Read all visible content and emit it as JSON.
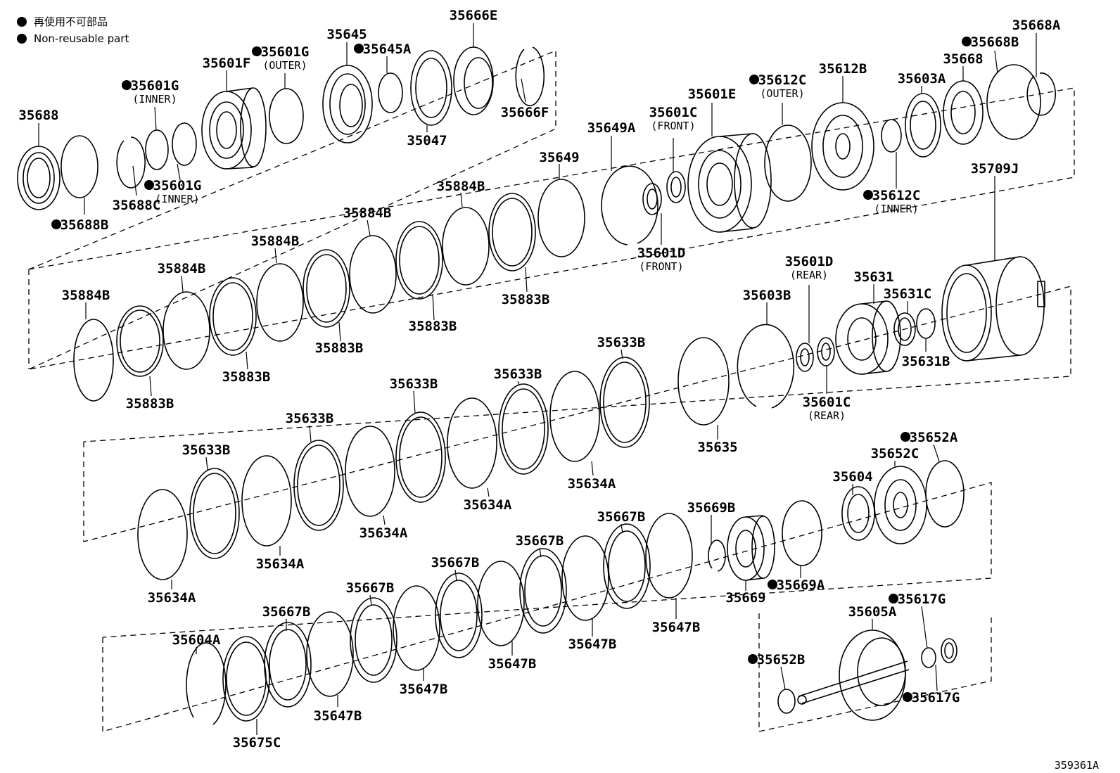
{
  "legend": [
    {
      "text": "再使用不可部品",
      "icon": "filled-circle"
    },
    {
      "text": "Non-reusable part",
      "icon": "filled-circle"
    }
  ],
  "drawing_id": "359361A",
  "callouts": [
    {
      "id": "c1",
      "text": "35688"
    },
    {
      "id": "c2",
      "text": "35688B",
      "nonreusable": true
    },
    {
      "id": "c3",
      "text": "35688C"
    },
    {
      "id": "c4",
      "text": "35601G",
      "nonreusable": true,
      "sub": "(INNER)"
    },
    {
      "id": "c5",
      "text": "35601G",
      "nonreusable": true,
      "sub": "(INNER)"
    },
    {
      "id": "c6",
      "text": "35601F"
    },
    {
      "id": "c7",
      "text": "35601G",
      "nonreusable": true,
      "sub": "(OUTER)"
    },
    {
      "id": "c8",
      "text": "35645"
    },
    {
      "id": "c9",
      "text": "35645A",
      "nonreusable": true
    },
    {
      "id": "c10",
      "text": "35047"
    },
    {
      "id": "c11",
      "text": "35666E"
    },
    {
      "id": "c12",
      "text": "35666F"
    },
    {
      "id": "c13",
      "text": "35649A"
    },
    {
      "id": "c14",
      "text": "35649"
    },
    {
      "id": "c15",
      "text": "35601C",
      "sub": "(FRONT)"
    },
    {
      "id": "c16",
      "text": "35601D",
      "sub": "(FRONT)"
    },
    {
      "id": "c17",
      "text": "35601E"
    },
    {
      "id": "c18",
      "text": "35612C",
      "nonreusable": true,
      "sub": "(OUTER)"
    },
    {
      "id": "c19",
      "text": "35612B"
    },
    {
      "id": "c20",
      "text": "35603A"
    },
    {
      "id": "c21",
      "text": "35612C",
      "nonreusable": true,
      "sub": "(INNER)"
    },
    {
      "id": "c22",
      "text": "35668"
    },
    {
      "id": "c23",
      "text": "35668B",
      "nonreusable": true
    },
    {
      "id": "c24",
      "text": "35668A"
    },
    {
      "id": "c25",
      "text": "35884B"
    },
    {
      "id": "c26",
      "text": "35884B"
    },
    {
      "id": "c27",
      "text": "35884B"
    },
    {
      "id": "c28",
      "text": "35884B"
    },
    {
      "id": "c29",
      "text": "35884B"
    },
    {
      "id": "c30",
      "text": "35883B"
    },
    {
      "id": "c31",
      "text": "35883B"
    },
    {
      "id": "c32",
      "text": "35883B"
    },
    {
      "id": "c33",
      "text": "35883B"
    },
    {
      "id": "c34",
      "text": "35883B"
    },
    {
      "id": "c35",
      "text": "35709J"
    },
    {
      "id": "c36",
      "text": "35601D",
      "sub": "(REAR)"
    },
    {
      "id": "c37",
      "text": "35631"
    },
    {
      "id": "c38",
      "text": "35631C"
    },
    {
      "id": "c39",
      "text": "35631B"
    },
    {
      "id": "c40",
      "text": "35603B"
    },
    {
      "id": "c41",
      "text": "35601C",
      "sub": "(REAR)"
    },
    {
      "id": "c42",
      "text": "35635"
    },
    {
      "id": "c43",
      "text": "35633B"
    },
    {
      "id": "c44",
      "text": "35633B"
    },
    {
      "id": "c45",
      "text": "35633B"
    },
    {
      "id": "c46",
      "text": "35633B"
    },
    {
      "id": "c47",
      "text": "35633B"
    },
    {
      "id": "c48",
      "text": "35634A"
    },
    {
      "id": "c49",
      "text": "35634A"
    },
    {
      "id": "c50",
      "text": "35634A"
    },
    {
      "id": "c51",
      "text": "35634A"
    },
    {
      "id": "c52",
      "text": "35634A"
    },
    {
      "id": "c53",
      "text": "35652A",
      "nonreusable": true
    },
    {
      "id": "c54",
      "text": "35652C"
    },
    {
      "id": "c55",
      "text": "35604"
    },
    {
      "id": "c56",
      "text": "35669B"
    },
    {
      "id": "c57",
      "text": "35669"
    },
    {
      "id": "c58",
      "text": "35669A",
      "nonreusable": true
    },
    {
      "id": "c59",
      "text": "35667B"
    },
    {
      "id": "c60",
      "text": "35667B"
    },
    {
      "id": "c61",
      "text": "35667B"
    },
    {
      "id": "c62",
      "text": "35667B"
    },
    {
      "id": "c63",
      "text": "35667B"
    },
    {
      "id": "c64",
      "text": "35647B"
    },
    {
      "id": "c65",
      "text": "35647B"
    },
    {
      "id": "c66",
      "text": "35647B"
    },
    {
      "id": "c67",
      "text": "35647B"
    },
    {
      "id": "c68",
      "text": "35647B"
    },
    {
      "id": "c69",
      "text": "35604A"
    },
    {
      "id": "c70",
      "text": "35675C"
    },
    {
      "id": "c71",
      "text": "35617G",
      "nonreusable": true
    },
    {
      "id": "c72",
      "text": "35605A"
    },
    {
      "id": "c73",
      "text": "35652B",
      "nonreusable": true
    },
    {
      "id": "c74",
      "text": "35617G",
      "nonreusable": true
    }
  ]
}
